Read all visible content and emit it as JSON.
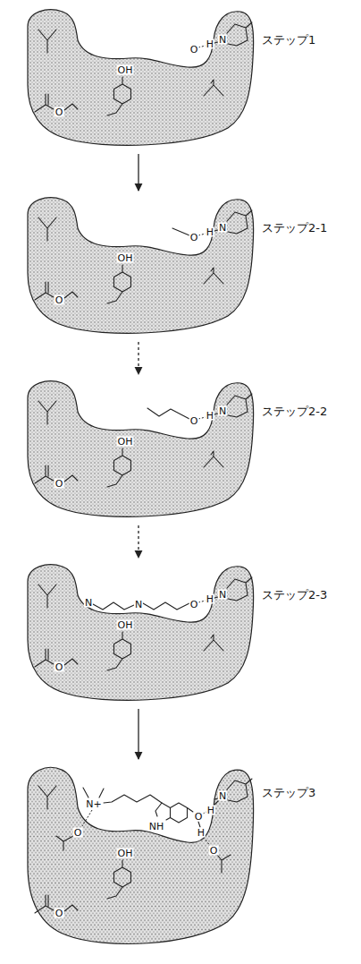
{
  "diagram": {
    "nodes": [
      {
        "text": [
          "ステップ1"
        ]
      },
      {
        "text": [
          "ステップ2-1"
        ]
      },
      {
        "text": [
          "ステップ2-2"
        ]
      },
      {
        "text": [
          "ステップ2-3"
        ]
      },
      {
        "text": [
          "ステップ3"
        ]
      }
    ],
    "edges": [
      {
        "from": 0,
        "to": 1,
        "arrow": "to"
      },
      {
        "from": 1,
        "to": 2,
        "arrow": "to"
      },
      {
        "from": 2,
        "to": 3,
        "arrow": "to"
      },
      {
        "from": 3,
        "to": 4,
        "arrow": "to"
      }
    ],
    "labels": [
      "O",
      "OH",
      "O",
      "H",
      "N",
      "O",
      "OH",
      "O",
      "H",
      "N",
      "O",
      "OH",
      "O",
      "H",
      "N",
      "O",
      "OH",
      "N",
      "N",
      "O",
      "H",
      "N",
      "N+",
      "O",
      "NH",
      "O",
      "H",
      "H",
      "N",
      "O",
      "OH",
      "O"
    ]
  }
}
